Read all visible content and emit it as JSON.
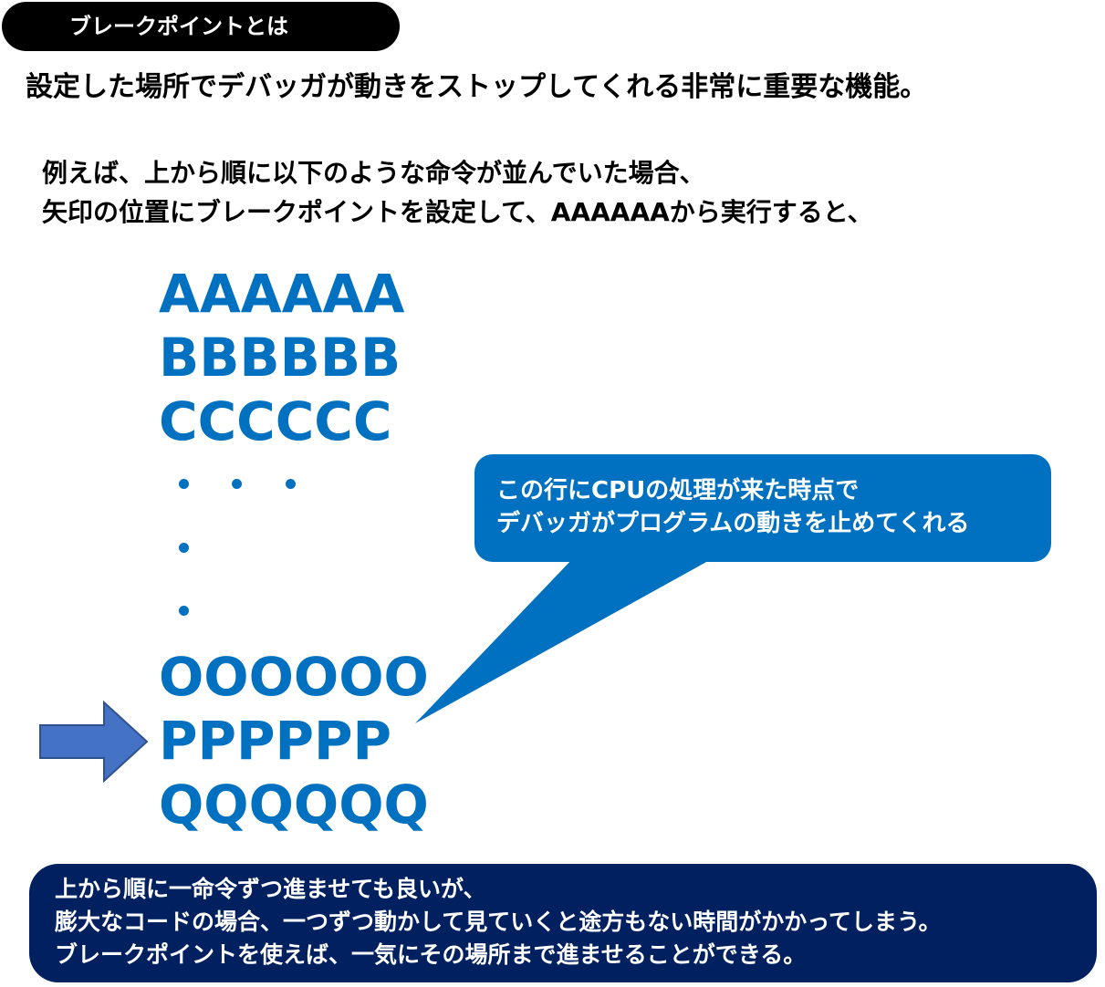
{
  "title": "ブレークポイントとは",
  "lead": "設定した場所でデバッガが動きをストップしてくれる非常に重要な機能。",
  "intro": [
    "例えば、上から順に以下のような命令が並んでいた場合、",
    "矢印の位置にブレークポイントを設定して、AAAAAAから実行すると、"
  ],
  "code": {
    "lines": [
      "AAAAAA",
      "BBBBBB",
      "CCCCCC",
      "OOOOOO",
      "PPPPPP",
      "QQQQQQ"
    ],
    "breakpoint_line": "PPPPPP"
  },
  "callout": [
    "この行にCPUの処理が来た時点で",
    "デバッガがプログラムの動きを止めてくれる"
  ],
  "summary": [
    "上から順に一命令ずつ進ませても良いが、",
    "膨大なコードの場合、一つずつ動かして見ていくと途方もない時間がかかってしまう。",
    "ブレークポイントを使えば、一気にその場所まで進ませることができる。"
  ],
  "colors": {
    "code_text": "#0070c0",
    "callout_fill": "#0070c0",
    "arrow_fill": "#4472c4",
    "summary_fill": "#002060",
    "title_fill": "#000000"
  },
  "icons": {
    "arrow": "right-arrow-icon"
  }
}
